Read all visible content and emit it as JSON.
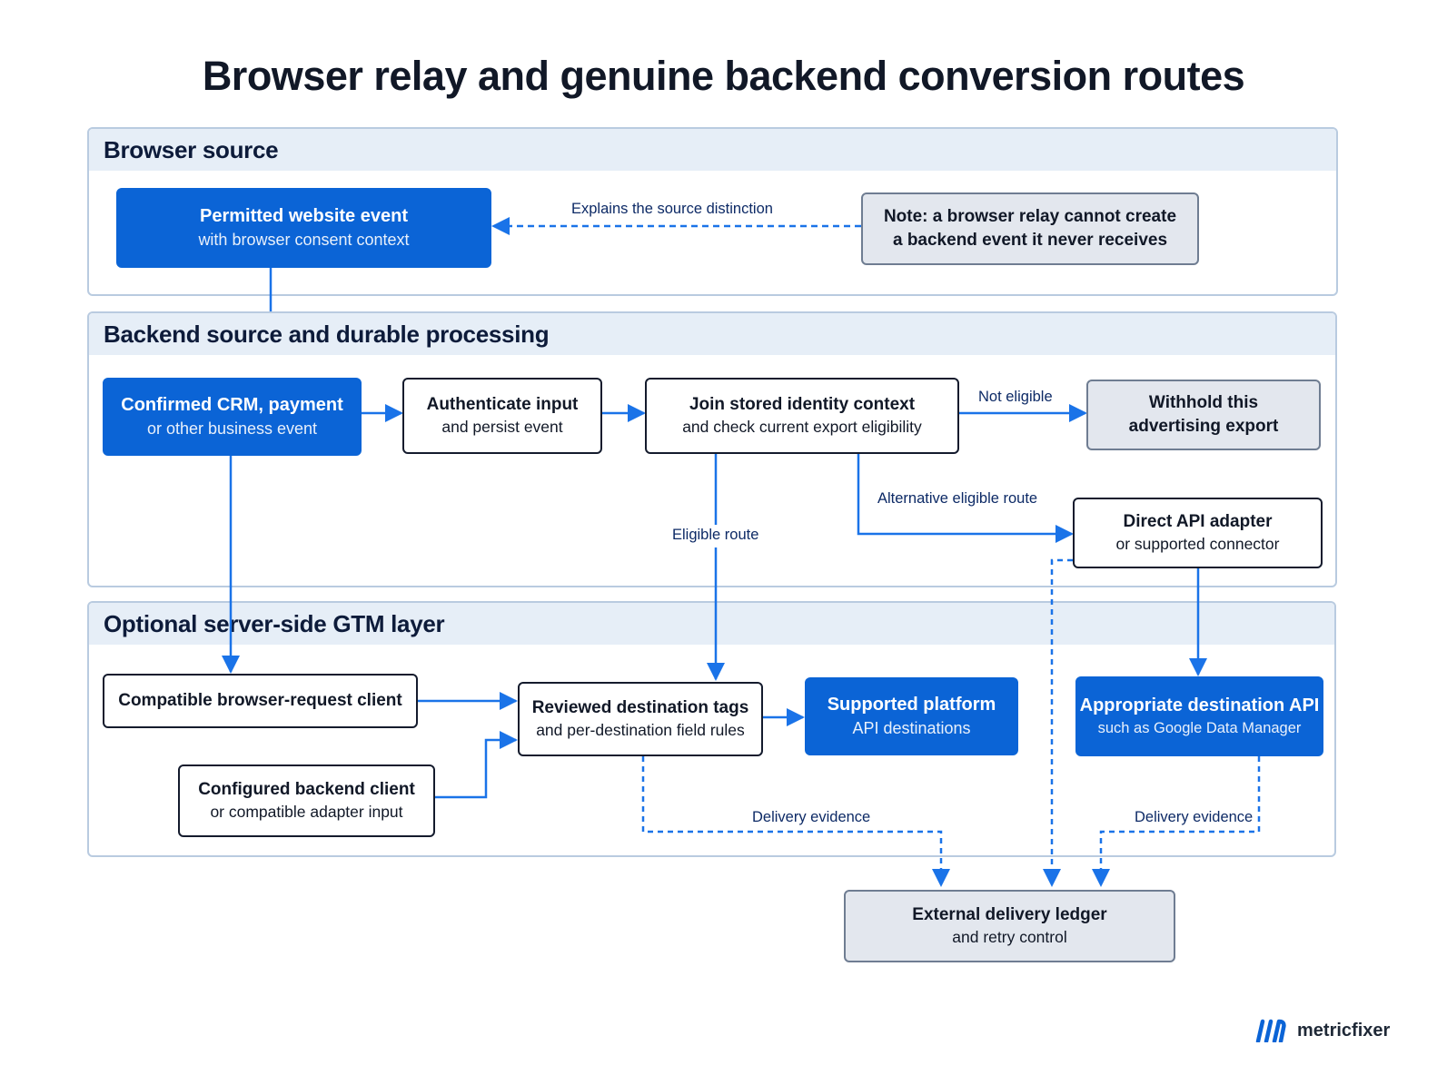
{
  "title": "Browser relay and genuine backend conversion routes",
  "sections": {
    "browser": "Browser source",
    "backend": "Backend source and durable processing",
    "gtm": "Optional server-side GTM layer"
  },
  "nodes": {
    "permitted": {
      "l1": "Permitted website event",
      "l2": "with browser consent context"
    },
    "note": {
      "l1": "Note: a browser relay cannot create",
      "l2": "a backend event it never receives"
    },
    "crm": {
      "l1": "Confirmed CRM, payment",
      "l2": "or other business event"
    },
    "auth": {
      "l1": "Authenticate input",
      "l2": "and persist event"
    },
    "join": {
      "l1": "Join stored identity context",
      "l2": "and check current export eligibility"
    },
    "withhold": {
      "l1": "Withhold this",
      "l2": "advertising export"
    },
    "direct": {
      "l1": "Direct API adapter",
      "l2": "or supported connector"
    },
    "compat": {
      "l1": "Compatible browser-request client"
    },
    "configured": {
      "l1": "Configured backend client",
      "l2": "or compatible adapter input"
    },
    "reviewed": {
      "l1": "Reviewed destination tags",
      "l2": "and per-destination field rules"
    },
    "supported": {
      "l1": "Supported platform",
      "l2": "API destinations"
    },
    "appropriate": {
      "l1": "Appropriate destination API",
      "l2": "such as Google Data Manager"
    },
    "ledger": {
      "l1": "External delivery ledger",
      "l2": "and retry control"
    }
  },
  "edge_labels": {
    "explains": "Explains the source distinction",
    "not_eligible": "Not eligible",
    "alternative": "Alternative eligible route",
    "eligible": "Eligible route",
    "delivery1": "Delivery evidence",
    "delivery2": "Delivery evidence"
  },
  "colors": {
    "accent": "#0b64d6",
    "edge": "#1a73e8",
    "section_border": "#b9cbe0",
    "section_header": "#e6eef7",
    "gray_node": "#e3e7ee"
  },
  "brand": {
    "name": "metricfixer",
    "icon": "metricfixer-logo-icon"
  }
}
